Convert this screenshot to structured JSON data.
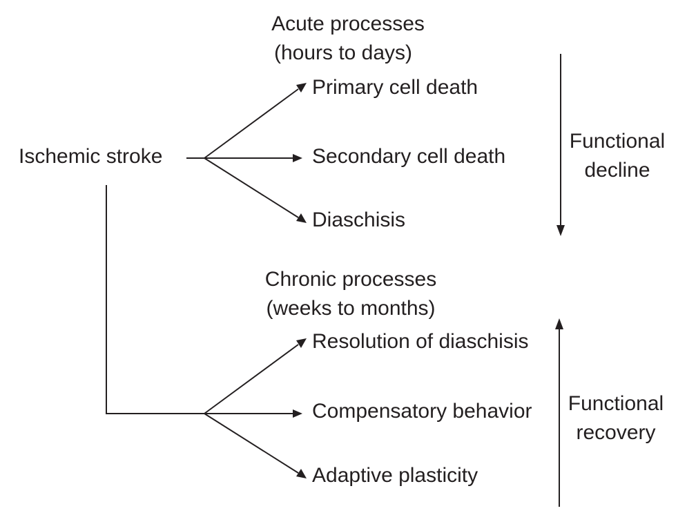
{
  "root": "Ischemic stroke",
  "acute": {
    "header_line1": "Acute processes",
    "header_line2": "(hours to days)",
    "outcomes": [
      "Primary cell death",
      "Secondary cell death",
      "Diaschisis"
    ],
    "trend_line1": "Functional",
    "trend_line2": "decline"
  },
  "chronic": {
    "header_line1": "Chronic processes",
    "header_line2": "(weeks to months)",
    "outcomes": [
      "Resolution of diaschisis",
      "Compensatory behavior",
      "Adaptive plasticity"
    ],
    "trend_line1": "Functional",
    "trend_line2": "recovery"
  },
  "colors": {
    "ink": "#231f20",
    "background": "#ffffff"
  }
}
